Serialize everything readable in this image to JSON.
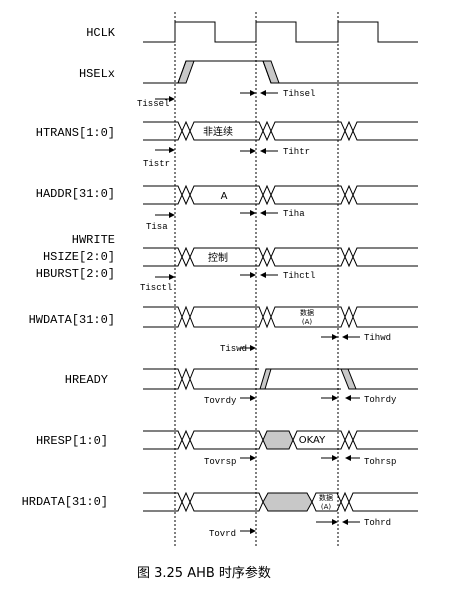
{
  "signals": {
    "hclk": "HCLK",
    "hselx": "HSELx",
    "htrans": "HTRANS[1:0]",
    "haddr": "HADDR[31:0]",
    "hwrite": "HWRITE",
    "hsize": "HSIZE[2:0]",
    "hburst": "HBURST[2:0]",
    "hwdata": "HWDATA[31:0]",
    "hready": "HREADY",
    "hresp": "HRESP[1:0]",
    "hrdata": "HRDATA[31:0]"
  },
  "cells": {
    "htrans": "非连续",
    "haddr": "A",
    "control": "控制",
    "hwdata_1": "数据",
    "hwdata_2": "(A)",
    "hresp": "OKAY",
    "hrdata_1": "数据",
    "hrdata_2": "(A)"
  },
  "timing": {
    "tissel": "Tissel",
    "tihsel": "Tihsel",
    "tistr": "Tistr",
    "tihtr": "Tihtr",
    "tisa": "Tisa",
    "tiha": "Tiha",
    "tisctl": "Tisctl",
    "tihctl": "Tihctl",
    "tiswd": "Tiswd",
    "tihwd": "Tihwd",
    "tovrdy": "Tovrdy",
    "tohrdy": "Tohrdy",
    "tovrsp": "Tovrsp",
    "tohrsp": "Tohrsp",
    "tovrd": "Tovrd",
    "tohrd": "Tohrd"
  },
  "caption": "图 3.25   AHB 时序参数",
  "colors": {
    "line": "#000000",
    "shaded": "#c8c8c8",
    "background": "#ffffff"
  }
}
